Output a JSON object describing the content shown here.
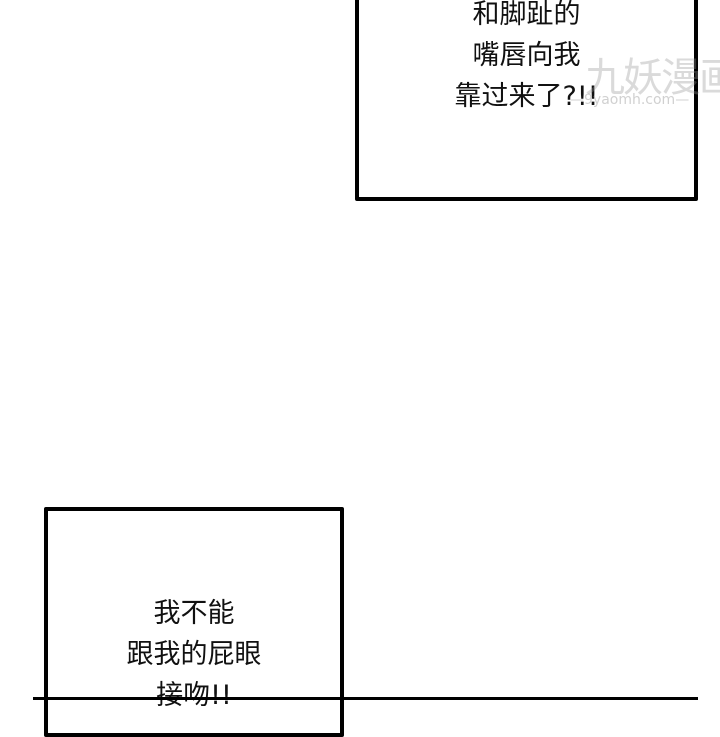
{
  "panels": [
    {
      "lines": [
        "和脚趾的",
        "嘴唇向我",
        "靠过来了?!!"
      ]
    },
    {
      "lines": [
        "我不能",
        "跟我的屁眼",
        "接吻!!"
      ]
    }
  ],
  "watermark": {
    "logo": "九妖漫画",
    "url": "—9yaomh.com—"
  }
}
